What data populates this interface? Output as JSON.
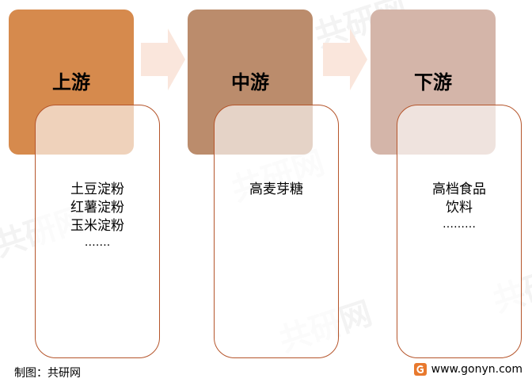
{
  "stages": [
    {
      "title": "上游",
      "color": "#d68a4d",
      "items": [
        "土豆淀粉",
        "红薯淀粉",
        "玉米淀粉",
        "……."
      ]
    },
    {
      "title": "中游",
      "color": "#bb8c6c",
      "items": [
        "高麦芽糖"
      ]
    },
    {
      "title": "下游",
      "color": "#d4b5a9",
      "items": [
        "高档食品",
        "饮料",
        "………"
      ]
    }
  ],
  "arrow_color": "#fae6dc",
  "card_border_color": "#b5552b",
  "footer": {
    "source": "制图：共研网",
    "website": "www.gonyn.com"
  },
  "watermark_text": "共研网"
}
